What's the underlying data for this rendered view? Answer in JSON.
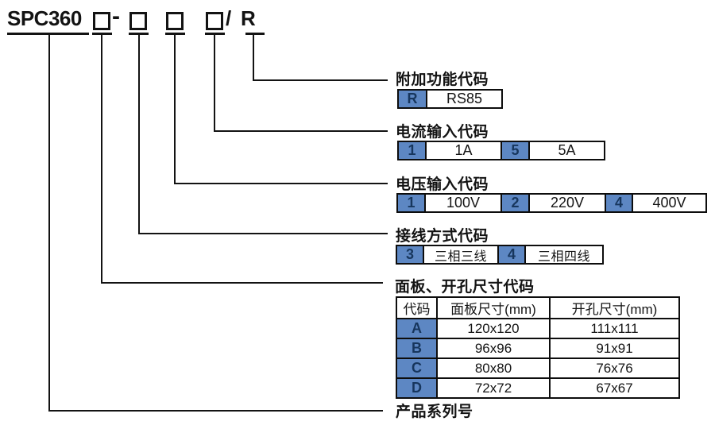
{
  "model_code": {
    "prefix": "SPC360",
    "separator": "-",
    "slash": "/",
    "suffix": "R",
    "placeholder_count": 4
  },
  "sections": [
    {
      "label": "附加功能代码",
      "cells": [
        {
          "code": "R",
          "value": "RS85"
        }
      ]
    },
    {
      "label": "电流输入代码",
      "cells": [
        {
          "code": "1",
          "value": "1A"
        },
        {
          "code": "5",
          "value": "5A"
        }
      ]
    },
    {
      "label": "电压输入代码",
      "cells": [
        {
          "code": "1",
          "value": "100V"
        },
        {
          "code": "2",
          "value": "220V"
        },
        {
          "code": "4",
          "value": "400V"
        }
      ]
    },
    {
      "label": "接线方式代码",
      "cells": [
        {
          "code": "3",
          "value": "三相三线"
        },
        {
          "code": "4",
          "value": "三相四线"
        }
      ]
    },
    {
      "label": "面板、开孔尺寸代码",
      "table": {
        "headers": [
          "代码",
          "面板尺寸(mm)",
          "开孔尺寸(mm)"
        ],
        "rows": [
          [
            "A",
            "120x120",
            "111x111"
          ],
          [
            "B",
            "96x96",
            "91x91"
          ],
          [
            "C",
            "80x80",
            "76x76"
          ],
          [
            "D",
            "72x72",
            "67x67"
          ]
        ]
      }
    },
    {
      "label": "产品系列号"
    }
  ],
  "colors": {
    "code_cell_bg": "#5d87c3",
    "code_cell_text": "#17365d",
    "line_color": "#131313"
  }
}
